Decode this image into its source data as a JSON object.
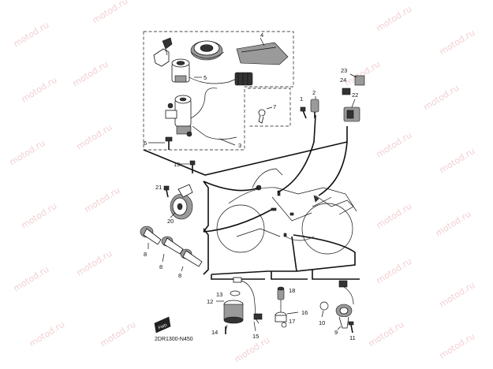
{
  "watermark": "motod.ru",
  "callouts": {
    "c1": "1",
    "c2": "2",
    "c3": "3",
    "c4": "4",
    "c5": "5",
    "c6": "6",
    "c7": "7",
    "c8a": "8",
    "c8b": "8",
    "c8c": "8",
    "c9": "9",
    "c10": "10",
    "c11": "11",
    "c12": "12",
    "c13": "13",
    "c14": "14",
    "c15": "15",
    "c16": "16",
    "c17": "17",
    "c18": "18",
    "c19": "19",
    "c20": "20",
    "c21": "21",
    "c22": "22",
    "c23": "23",
    "c24": "24"
  },
  "diagram_code": "2DR1300-N450",
  "fwd_label": "FWD",
  "icons": {
    "fwd": "forward-arrow-icon"
  }
}
